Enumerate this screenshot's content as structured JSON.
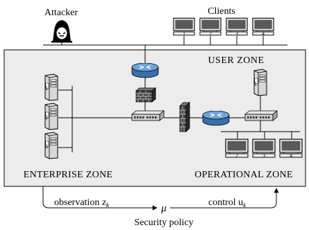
{
  "labels": {
    "attacker": "Attacker",
    "clients": "Clients",
    "user_zone": "USER ZONE",
    "enterprise_zone": "ENTERPRISE ZONE",
    "operational_zone": "OPERATIONAL ZONE",
    "observation": "observation z",
    "observation_sub": "k",
    "mu": "μ",
    "control": "control u",
    "control_sub": "k",
    "security_policy": "Security policy"
  },
  "client_numbers": [
    "1",
    "2",
    "3",
    "4"
  ],
  "enterprise_server_numbers": [
    "1",
    "2",
    "3"
  ],
  "user_server_number": "1",
  "operational_numbers": [
    "2",
    "3",
    "4"
  ],
  "colors": {
    "zone_fill": "#ececec",
    "router": "#4a86c8",
    "screen": "#5a5a5a",
    "line": "#000000"
  },
  "icons": [
    "hacker-icon",
    "router-icon",
    "firewall-icon",
    "switch-icon",
    "server-icon",
    "monitor-icon"
  ]
}
